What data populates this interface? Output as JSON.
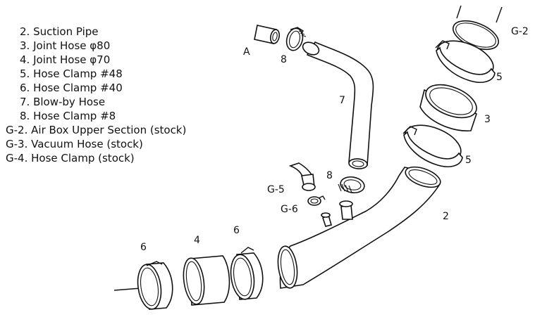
{
  "legend": [
    {
      "code": "2.",
      "text": "Suction Pipe"
    },
    {
      "code": "3.",
      "text": "Joint Hose  φ80"
    },
    {
      "code": "4.",
      "text": "Joint Hose  φ70"
    },
    {
      "code": "5.",
      "text": "Hose Clamp  #48"
    },
    {
      "code": "6.",
      "text": "Hose Clamp  #40"
    },
    {
      "code": "7.",
      "text": "Blow-by Hose"
    },
    {
      "code": "8.",
      "text": "Hose Clamp  #8"
    },
    {
      "code": "G-2.",
      "text": "Air Box Upper Section (stock)"
    },
    {
      "code": "G-3.",
      "text": "Vacuum Hose (stock)"
    },
    {
      "code": "G-4.",
      "text": "Hose Clamp  (stock)"
    }
  ],
  "callouts": {
    "a": "A",
    "c8_top": "8",
    "c7": "7",
    "g2": "G-2",
    "c5_top": "5",
    "c3": "3",
    "c5_bottom": "5",
    "c8_mid": "8",
    "g5": "G-5",
    "g6": "G-6",
    "c2": "2",
    "c6_left": "6",
    "c4": "4",
    "c6_right": "6"
  }
}
